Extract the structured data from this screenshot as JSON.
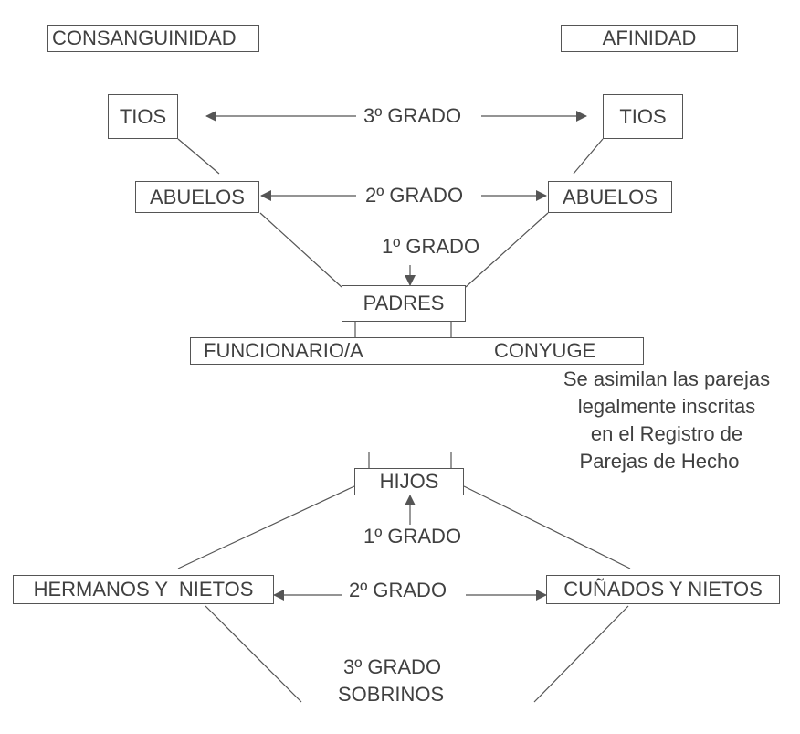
{
  "headers": {
    "consanguinity": "CONSANGUINIDAD",
    "affinity": "AFINIDAD"
  },
  "boxes": {
    "tios_left": "TIOS",
    "tios_right": "TIOS",
    "abuelos_left": "ABUELOS",
    "abuelos_right": "ABUELOS",
    "padres": "PADRES",
    "funcionario": "FUNCIONARIO/A",
    "conyuge": "CONYUGE",
    "hijos": "HIJOS",
    "hermanos_nietos": "HERMANOS Y  NIETOS",
    "cunados_nietos": "CUÑADOS Y NIETOS"
  },
  "degrees": {
    "third_top": "3º GRADO",
    "second_top": "2º GRADO",
    "first_top": "1º GRADO",
    "first_bottom": "1º GRADO",
    "second_bottom": "2º GRADO",
    "third_bottom": "3º GRADO",
    "sobrinos": "SOBRINOS"
  },
  "note": {
    "line1": "Se  asimilan las parejas",
    "line2": "legalmente inscritas",
    "line3": "en el Registro de",
    "line4": "Parejas de Hecho"
  },
  "colors": {
    "line": "#555555",
    "text": "#404040"
  }
}
